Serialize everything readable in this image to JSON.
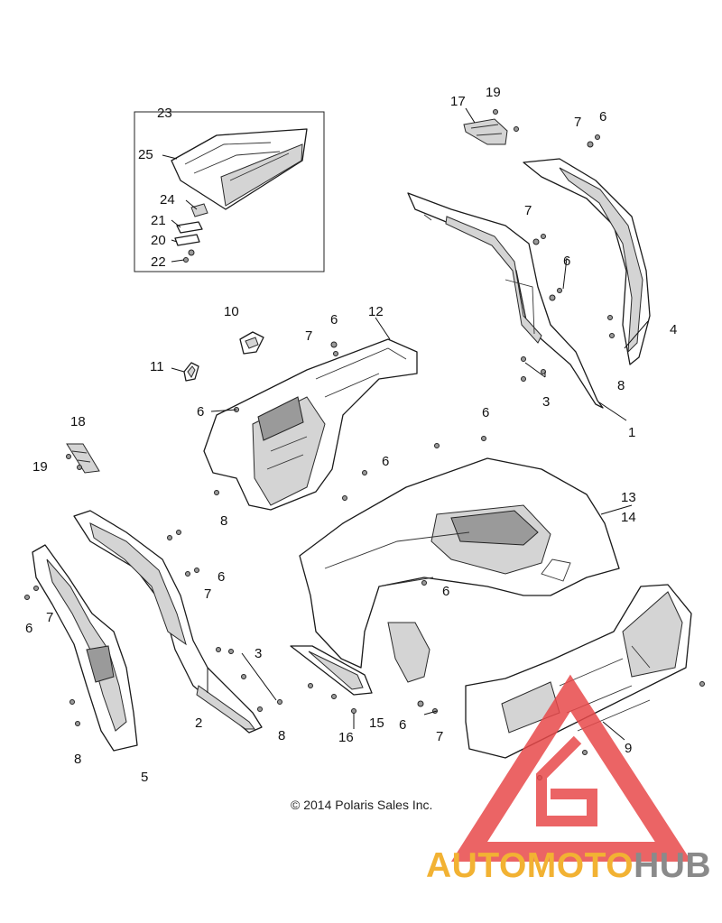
{
  "copyright": "© 2014 Polaris Sales Inc.",
  "logo": {
    "part1": "AUTOMOTO",
    "part2": "HUB",
    "accent": "#f2b233",
    "gray": "#8a8a8a",
    "triangle": "#e8494a"
  },
  "callouts": {
    "c23": "23",
    "c25": "25",
    "c24": "24",
    "c21": "21",
    "c20": "20",
    "c22": "22",
    "c17": "17",
    "c19a": "19",
    "c7a": "7",
    "c6a": "6",
    "c7b": "7",
    "c6b": "6",
    "c4": "4",
    "c8a": "8",
    "c3a": "3",
    "c1": "1",
    "c10": "10",
    "c6c": "6",
    "c7c": "7",
    "c12": "12",
    "c11": "11",
    "c6d": "6",
    "c8b": "8",
    "c6e": "6",
    "c6f": "6",
    "c18": "18",
    "c19b": "19",
    "c13": "13",
    "c14": "14",
    "c6g": "6",
    "c7d": "7",
    "c3b": "3",
    "c6h": "6",
    "c7e": "7",
    "c2": "2",
    "c8c": "8",
    "c8d": "8",
    "c5": "5",
    "c16": "16",
    "c15": "15",
    "c6i": "6",
    "c7f": "7",
    "c9": "9",
    "c6j": "6"
  }
}
